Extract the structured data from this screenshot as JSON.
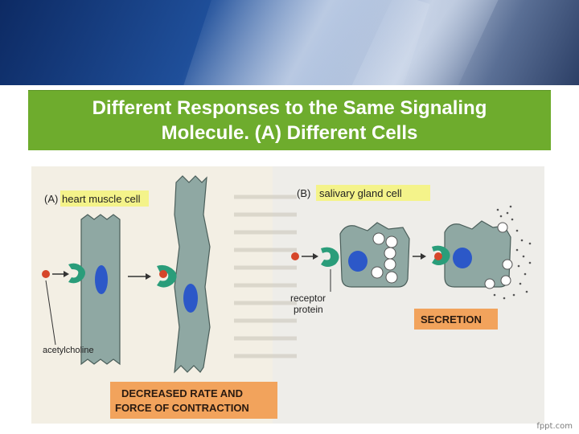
{
  "slide": {
    "title_line1": "Different Responses to the Same Signaling",
    "title_line2": "Molecule. (A) Different Cells"
  },
  "figure": {
    "panel_a_letter": "(A)",
    "panel_a_label": "heart muscle cell",
    "panel_b_letter": "(B)",
    "panel_b_label": "salivary gland cell",
    "acetylcholine_label": "acetylcholine",
    "receptor_label_line1": "receptor",
    "receptor_label_line2": "protein",
    "secretion_label": "SECRETION",
    "contraction_label_line1": "DECREASED RATE AND",
    "contraction_label_line2": "FORCE OF CONTRACTION",
    "colors": {
      "highlight": "#f4f38a",
      "orange_box": "#f2a35c",
      "cell_fill": "#8fa8a3",
      "receptor": "#2a9d7a",
      "nucleus": "#2c58c8",
      "signal": "#d6462a",
      "page": "#f3efe4"
    }
  },
  "watermark": "fppt.com"
}
